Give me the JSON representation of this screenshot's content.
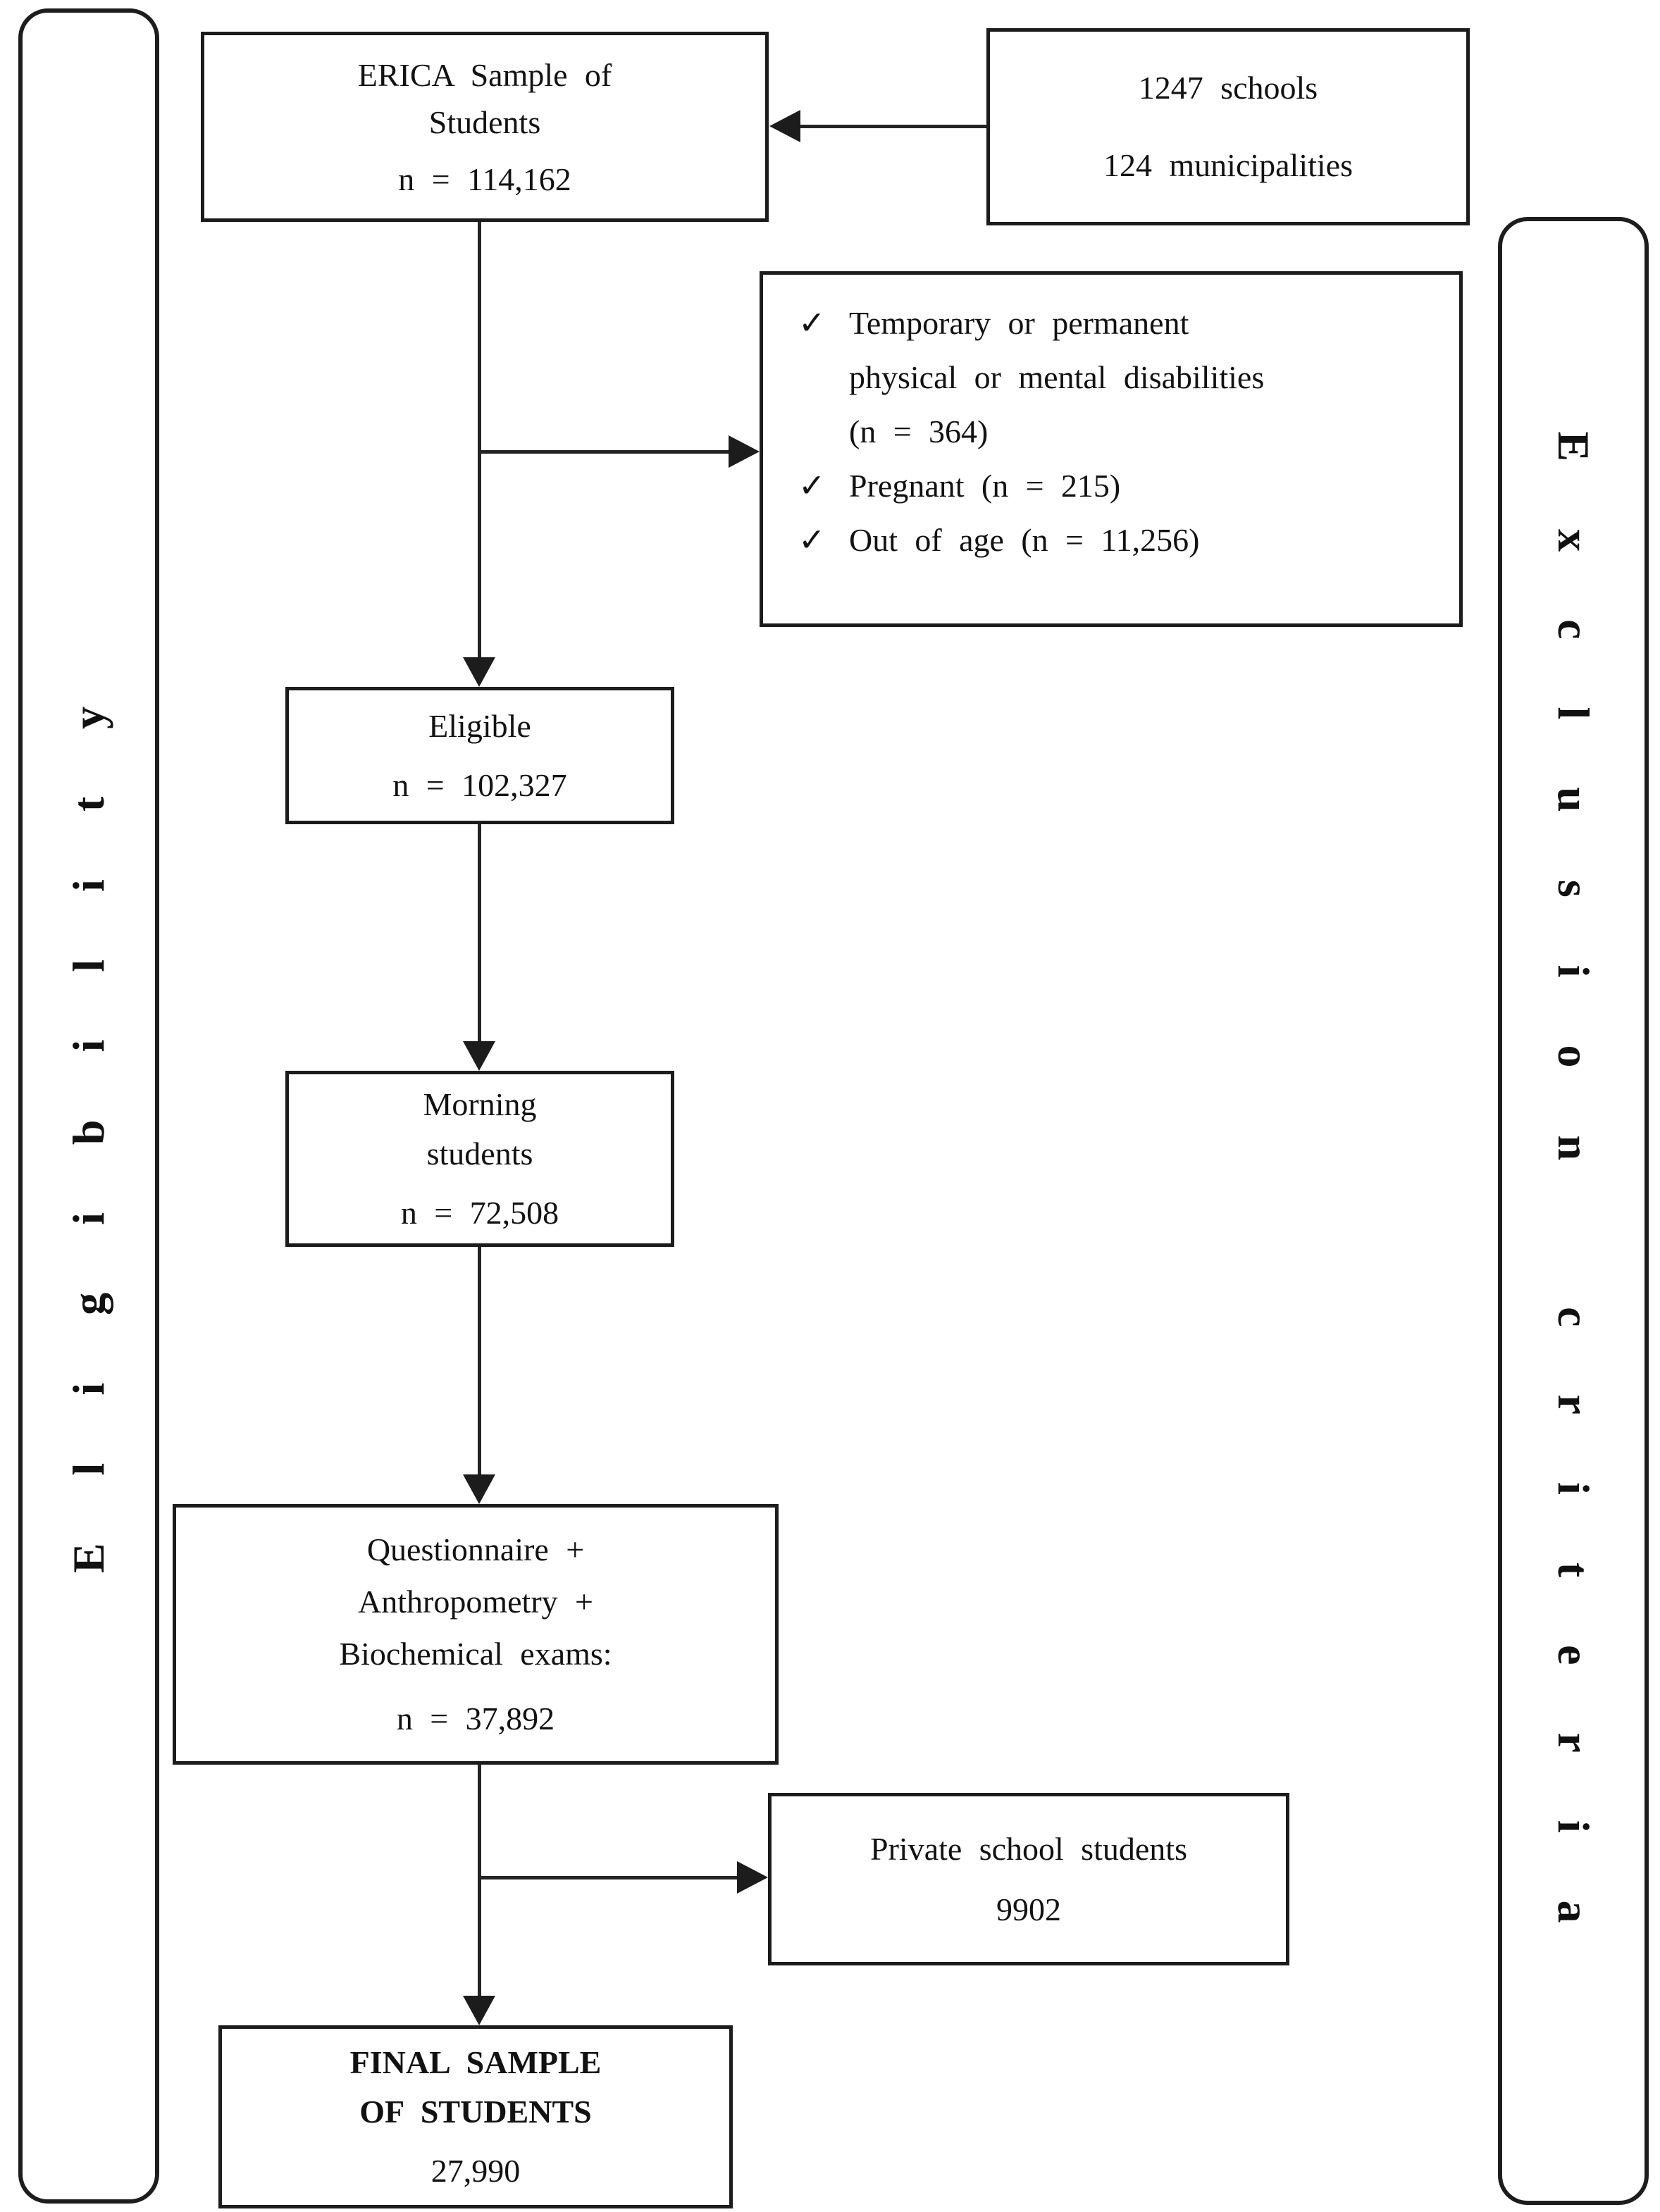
{
  "sidebars": {
    "left": {
      "label": "Eligibility"
    },
    "right": {
      "label": "Exclusion criteria"
    }
  },
  "icons": {
    "check_glyph": "✓"
  },
  "boxes": {
    "erica": {
      "lines": [
        "ERICA Sample of",
        "Students",
        "n = 114,162"
      ]
    },
    "schools": {
      "lines": [
        "1247 schools",
        "124 municipalities"
      ]
    },
    "eligible": {
      "lines": [
        "Eligible",
        "n = 102,327"
      ]
    },
    "morning": {
      "lines": [
        "Morning",
        "students",
        "n = 72,508"
      ]
    },
    "questionnaire": {
      "lines": [
        "Questionnaire +",
        "Anthropometry +",
        "Biochemical exams:",
        "n = 37,892"
      ]
    },
    "private": {
      "lines": [
        "Private school students",
        "9902"
      ]
    },
    "final": {
      "lines": [
        "FINAL SAMPLE",
        "OF STUDENTS",
        "27,990"
      ]
    }
  },
  "exclusion": {
    "items": [
      {
        "lines": [
          "Temporary or permanent",
          "physical or mental disabilities",
          "(n = 364)"
        ]
      },
      {
        "lines": [
          "Pregnant (n = 215)"
        ]
      },
      {
        "lines": [
          "Out of age (n = 11,256)"
        ]
      }
    ]
  }
}
